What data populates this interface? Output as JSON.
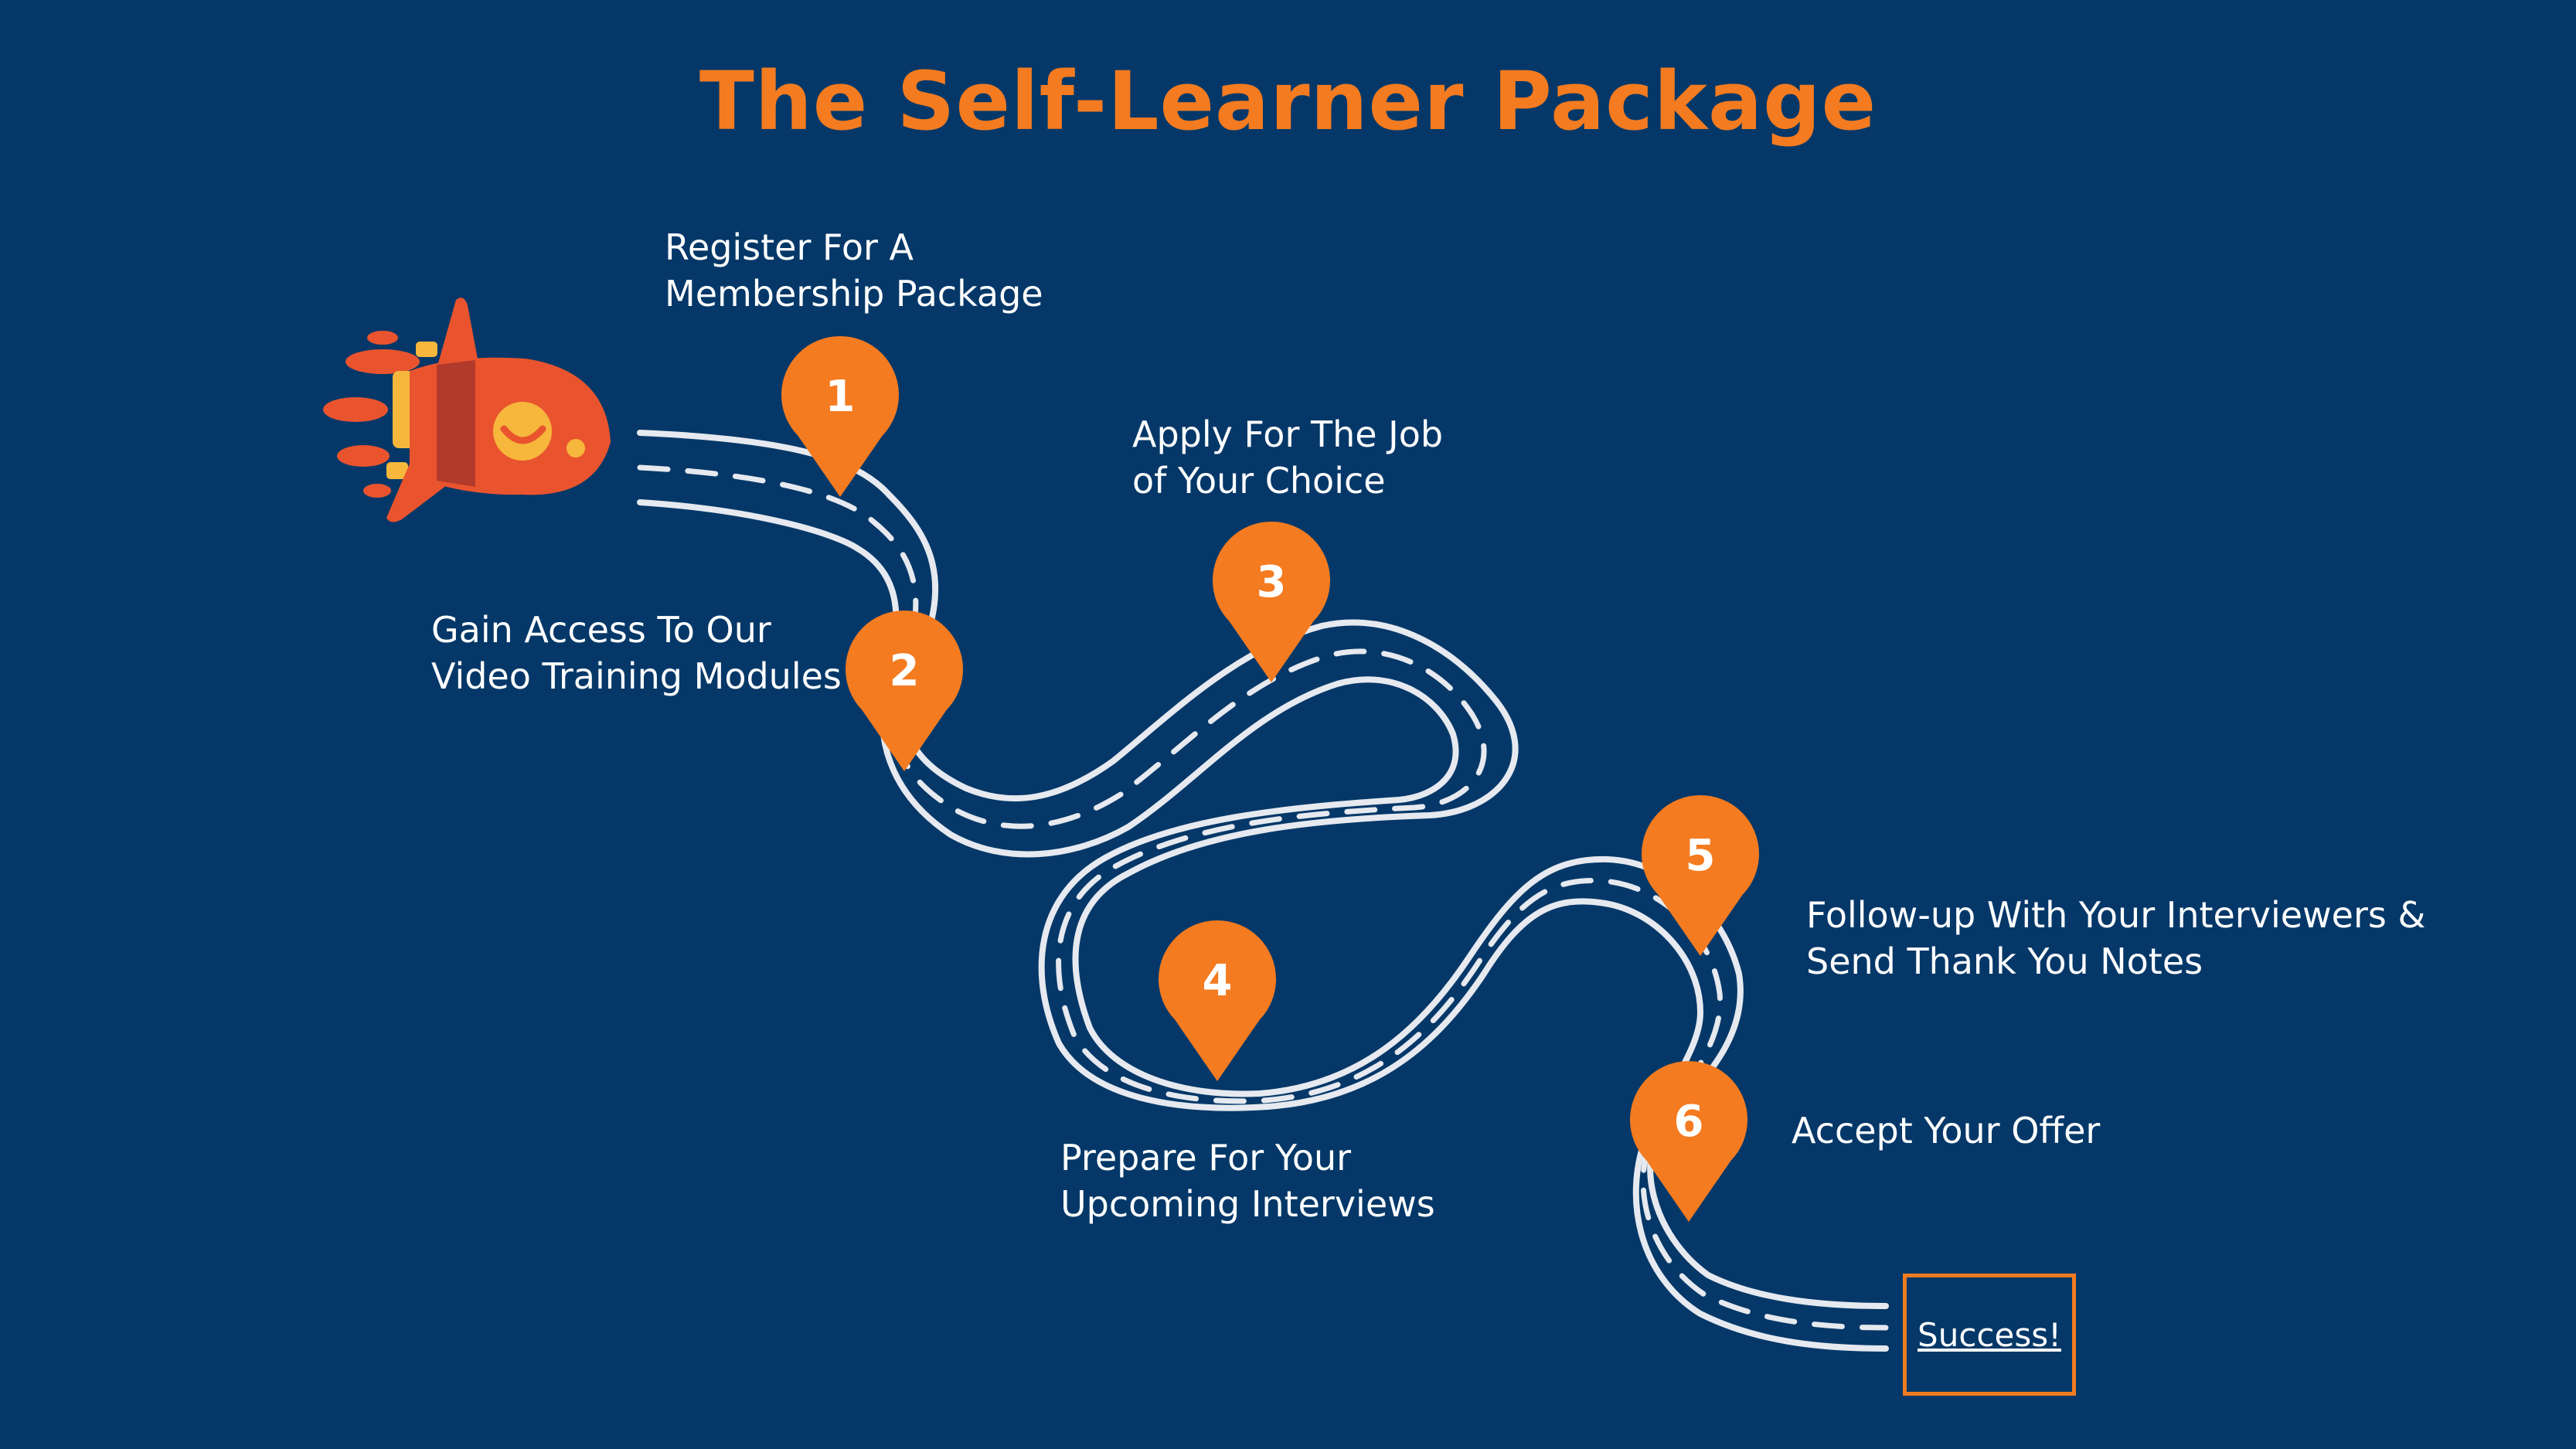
{
  "title": "The Self-Learner Package",
  "colors": {
    "background": "#053868",
    "accent": "#F47B20",
    "road": "#E6E9EF",
    "rocket_body": "#E9542E",
    "rocket_dark": "#B23A2B",
    "rocket_yellow": "#F6B73C"
  },
  "icons": {
    "rocket": "rocket-icon",
    "pin": "map-pin-icon"
  },
  "steps": [
    {
      "number": "1",
      "lines": [
        "Register For A",
        "Membership Package"
      ]
    },
    {
      "number": "2",
      "lines": [
        "Gain Access To Our",
        "Video Training Modules"
      ]
    },
    {
      "number": "3",
      "lines": [
        "Apply For The Job",
        "of Your Choice"
      ]
    },
    {
      "number": "4",
      "lines": [
        "Prepare For Your",
        "Upcoming Interviews"
      ]
    },
    {
      "number": "5",
      "lines": [
        "Follow-up With Your Interviewers &",
        "Send Thank You Notes"
      ]
    },
    {
      "number": "6",
      "lines": [
        "Accept Your Offer"
      ]
    }
  ],
  "final": {
    "label": "Success!"
  }
}
